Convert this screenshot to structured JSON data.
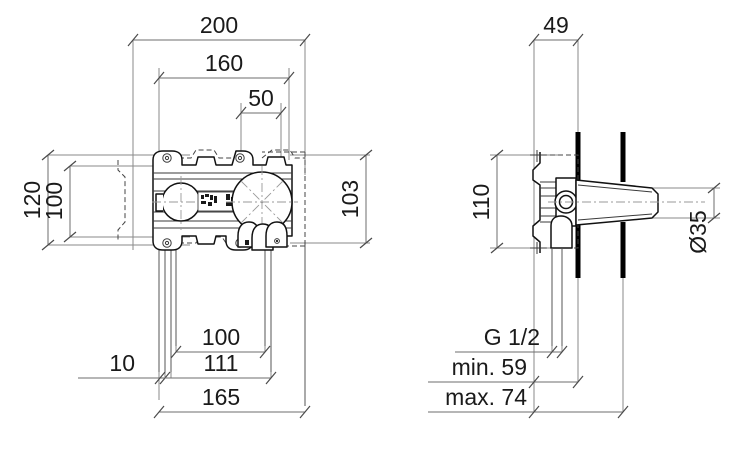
{
  "drawing": {
    "title": "Concealed wall-mounted mixer installation drawing",
    "units": "mm",
    "line_color": "#111111",
    "dimension_color": "#6e6e6e",
    "text_color": "#1a1a1a",
    "wall_color": "#000000"
  },
  "views": {
    "front": {
      "name": "front-view",
      "dimensions": {
        "overall_width": "200",
        "inner_width": "160",
        "small_width": "50",
        "overall_height_left": "120",
        "inner_height_left": "100",
        "height_right": "103",
        "pipe_spacing": "100",
        "pipe_span": "111",
        "pipe_offset": "10",
        "total_width_bottom": "165"
      }
    },
    "side": {
      "name": "side-view",
      "dimensions": {
        "depth": "49",
        "height": "110",
        "spout_diameter": "Ø35",
        "thread": "G 1/2",
        "wall_min": "min. 59",
        "wall_max": "max. 74"
      }
    }
  },
  "labels": [
    {
      "id": "dim-200",
      "text": "200"
    },
    {
      "id": "dim-160",
      "text": "160"
    },
    {
      "id": "dim-50",
      "text": "50"
    },
    {
      "id": "dim-120",
      "text": "120"
    },
    {
      "id": "dim-100-left",
      "text": "100"
    },
    {
      "id": "dim-103",
      "text": "103"
    },
    {
      "id": "dim-100-bottom",
      "text": "100"
    },
    {
      "id": "dim-111",
      "text": "111"
    },
    {
      "id": "dim-10",
      "text": "10"
    },
    {
      "id": "dim-165",
      "text": "165"
    },
    {
      "id": "dim-49",
      "text": "49"
    },
    {
      "id": "dim-110",
      "text": "110"
    },
    {
      "id": "dim-d35",
      "text": "Ø35"
    },
    {
      "id": "dim-g12",
      "text": "G 1/2"
    },
    {
      "id": "dim-min59",
      "text": "min. 59"
    },
    {
      "id": "dim-max74",
      "text": "max. 74"
    }
  ]
}
